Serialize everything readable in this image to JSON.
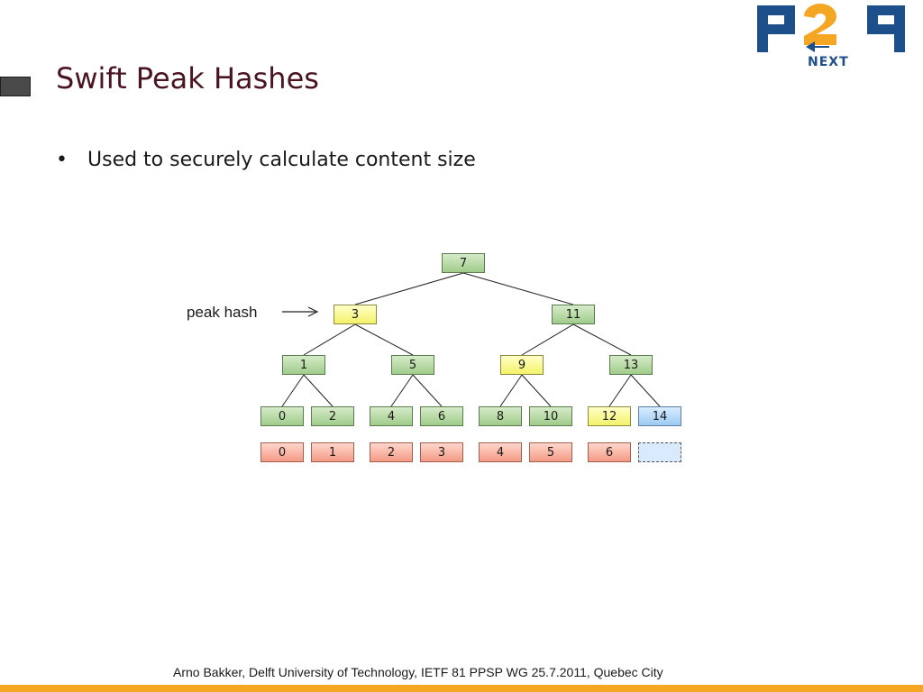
{
  "slide": {
    "title": "Swift Peak Hashes",
    "bullets": [
      "Used to securely calculate content size"
    ],
    "footer": "Arno Bakker, Delft University of Technology, IETF 81 PPSP WG  25.7.2011, Quebec City"
  },
  "logo": {
    "text": "NEXT",
    "colors": {
      "blue": "#1d4f8b",
      "orange": "#f5a623"
    }
  },
  "diagram": {
    "annotation": "peak hash",
    "annotated_node": "3",
    "hash_nodes": [
      {
        "label": "7",
        "color": "green"
      },
      {
        "label": "3",
        "color": "yellow"
      },
      {
        "label": "11",
        "color": "green"
      },
      {
        "label": "1",
        "color": "green"
      },
      {
        "label": "5",
        "color": "green"
      },
      {
        "label": "9",
        "color": "yellow"
      },
      {
        "label": "13",
        "color": "green"
      },
      {
        "label": "0",
        "color": "green"
      },
      {
        "label": "2",
        "color": "green"
      },
      {
        "label": "4",
        "color": "green"
      },
      {
        "label": "6",
        "color": "green"
      },
      {
        "label": "8",
        "color": "green"
      },
      {
        "label": "10",
        "color": "green"
      },
      {
        "label": "12",
        "color": "yellow"
      },
      {
        "label": "14",
        "color": "blue"
      }
    ],
    "chunks": [
      {
        "label": "0",
        "color": "red"
      },
      {
        "label": "1",
        "color": "red"
      },
      {
        "label": "2",
        "color": "red"
      },
      {
        "label": "3",
        "color": "red"
      },
      {
        "label": "4",
        "color": "red"
      },
      {
        "label": "5",
        "color": "red"
      },
      {
        "label": "6",
        "color": "red"
      },
      {
        "label": "",
        "color": "empty"
      }
    ],
    "edges": [
      [
        "7",
        "3"
      ],
      [
        "7",
        "11"
      ],
      [
        "3",
        "1"
      ],
      [
        "3",
        "5"
      ],
      [
        "11",
        "9"
      ],
      [
        "11",
        "13"
      ],
      [
        "1",
        "0"
      ],
      [
        "1",
        "2"
      ],
      [
        "5",
        "4"
      ],
      [
        "5",
        "6"
      ],
      [
        "9",
        "8"
      ],
      [
        "9",
        "10"
      ],
      [
        "13",
        "12"
      ],
      [
        "13",
        "14"
      ]
    ]
  }
}
